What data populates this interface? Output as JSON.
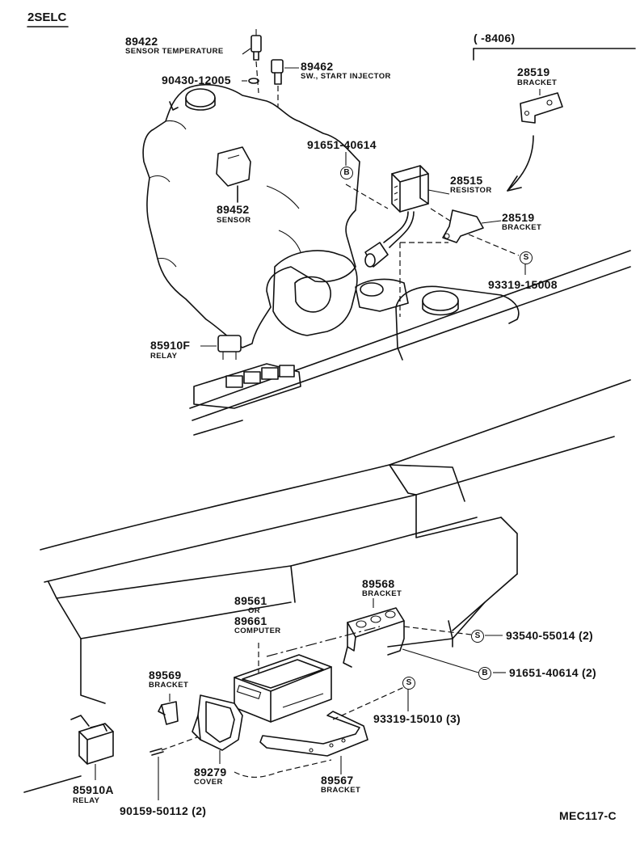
{
  "header": {
    "engine": "2SELC",
    "range": "(      -8406)"
  },
  "footer": {
    "code": "MEC117-C"
  },
  "callouts": {
    "p89422": {
      "number": "89422",
      "name": "SENSOR TEMPERATURE"
    },
    "p89462": {
      "number": "89462",
      "name": "SW., START INJECTOR"
    },
    "p90430": {
      "number": "90430-12005"
    },
    "p28519a": {
      "number": "28519",
      "name": "BRACKET"
    },
    "p91651a": {
      "number": "91651-40614"
    },
    "p89452": {
      "number": "89452",
      "name": "SENSOR"
    },
    "p28515": {
      "number": "28515",
      "name": "RESISTOR"
    },
    "p28519b": {
      "number": "28519",
      "name": "BRACKET"
    },
    "p93319a": {
      "number": "93319-15008"
    },
    "p85910f": {
      "number": "85910F",
      "name": "RELAY"
    },
    "p89568": {
      "number": "89568",
      "name": "BRACKET"
    },
    "p89561": {
      "number": "89561",
      "or": "OR",
      "number2": "89661",
      "name": "COMPUTER"
    },
    "p93540": {
      "number": "93540-55014 (2)"
    },
    "p91651b": {
      "number": "91651-40614 (2)"
    },
    "p89569": {
      "number": "89569",
      "name": "BRACKET"
    },
    "p93319b": {
      "number": "93319-15010 (3)"
    },
    "p89279": {
      "number": "89279",
      "name": "COVER"
    },
    "p89567": {
      "number": "89567",
      "name": "BRACKET"
    },
    "p85910a": {
      "number": "85910A",
      "name": "RELAY"
    },
    "p90159": {
      "number": "90159-50112 (2)"
    }
  },
  "symbols": {
    "bolt": "B",
    "screw": "S"
  },
  "icons": [
    "bolt-symbol-icon",
    "screw-symbol-icon",
    "arrow-icon"
  ]
}
